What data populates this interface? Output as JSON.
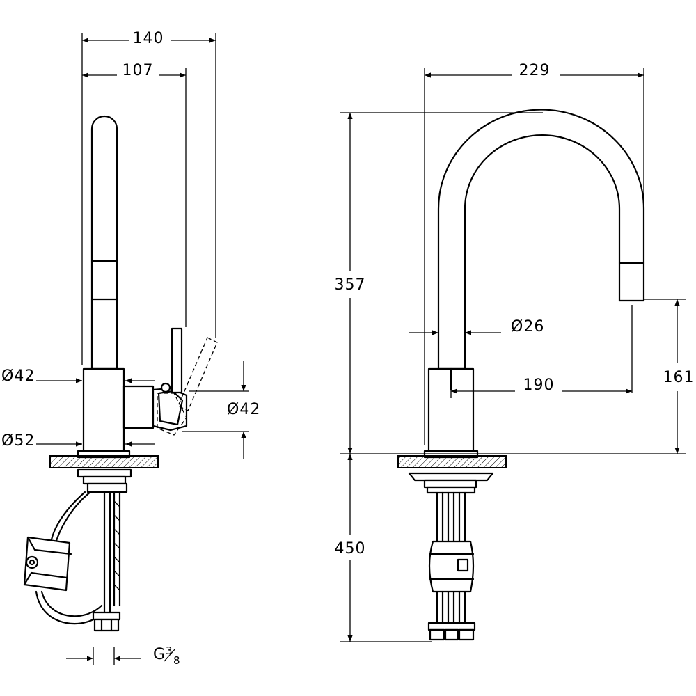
{
  "dimensions": {
    "side_width_total": "140",
    "side_width_inner": "107",
    "side_body_diameter": "Ø42",
    "side_handle_diameter": "Ø42",
    "side_base_diameter": "Ø52",
    "thread": "G",
    "thread_fraction_num": "3",
    "thread_fraction_den": "8",
    "front_width": "229",
    "front_height": "357",
    "front_spout_diameter": "Ø26",
    "front_reach": "190",
    "front_outlet_height": "161",
    "under_counter_length": "450"
  }
}
